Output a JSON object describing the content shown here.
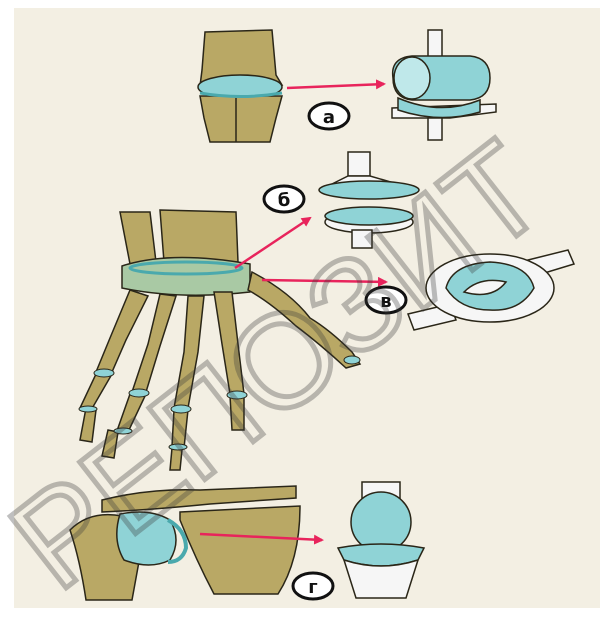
{
  "colors": {
    "background": "#f3efe3",
    "bone": "#b9a865",
    "bone_outline": "#2a2618",
    "cartilage": "#8fd3d6",
    "arrow": "#e8245c",
    "watermark": "#3a3a3a"
  },
  "labels": {
    "a": "а",
    "b": "б",
    "v": "в",
    "g": "г"
  },
  "watermark": {
    "text": "РЕПОЗИТ"
  }
}
